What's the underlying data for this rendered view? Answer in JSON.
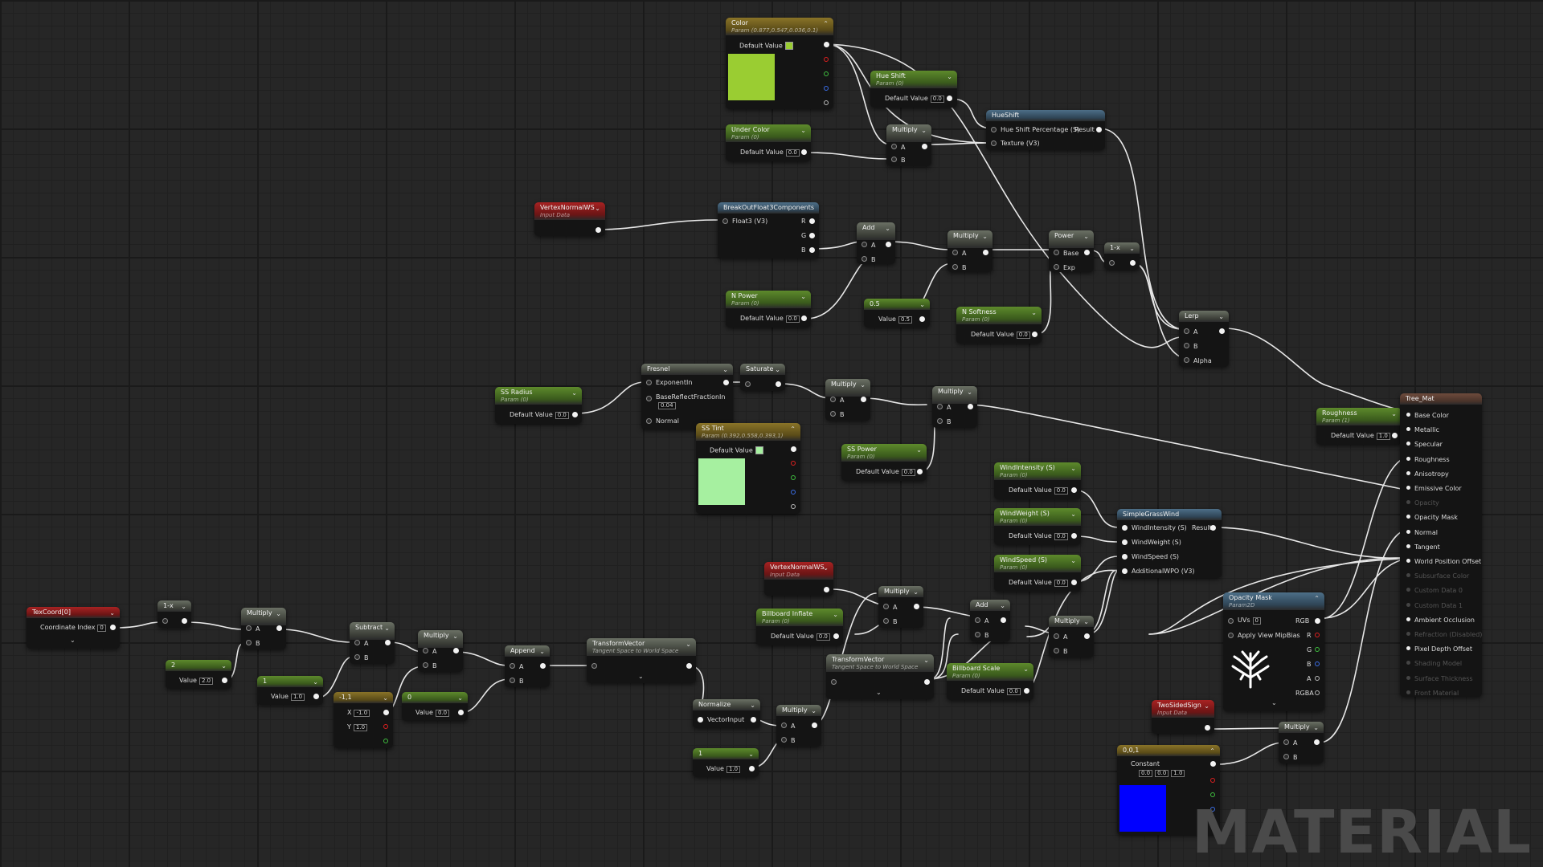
{
  "watermark": "MATERIAL",
  "colors": {
    "color_param": "#9acd32",
    "sss_tint": "#a6f0a0",
    "constant3": "#0000ff"
  },
  "nodes": {
    "color": {
      "title": "Color",
      "sub": "Param (0.877,0.547,0.036,0.1)",
      "label": "Default Value"
    },
    "hue_shift_param": {
      "title": "Hue Shift",
      "sub": "Param (0)",
      "label": "Default Value",
      "value": "0.0"
    },
    "under_color": {
      "title": "Under Color",
      "sub": "Param (0)",
      "label": "Default Value",
      "value": "0.0"
    },
    "multiply_top": {
      "title": "Multiply",
      "a": "A",
      "b": "B"
    },
    "hueshift": {
      "title": "HueShift",
      "in1": "Hue Shift Percentage (S)",
      "in2": "Texture (V3)",
      "out": "Result"
    },
    "vertex_normal_1": {
      "title": "VertexNormalWS",
      "sub": "Input Data"
    },
    "break_out": {
      "title": "BreakOutFloat3Components",
      "in": "Float3 (V3)",
      "r": "R",
      "g": "G",
      "b": "B"
    },
    "add_1": {
      "title": "Add",
      "a": "A",
      "b": "B"
    },
    "multiply_2": {
      "title": "Multiply",
      "a": "A",
      "b": "B"
    },
    "power": {
      "title": "Power",
      "base": "Base",
      "exp": "Exp"
    },
    "one_minus_1": {
      "title": "1-x"
    },
    "n_power": {
      "title": "N Power",
      "sub": "Param (0)",
      "label": "Default Value",
      "value": "0.0"
    },
    "const_05": {
      "title": "0.5",
      "label": "Value",
      "value": "0.5"
    },
    "n_softness": {
      "title": "N Softness",
      "sub": "Param (0)",
      "label": "Default Value",
      "value": "0.0"
    },
    "lerp": {
      "title": "Lerp",
      "a": "A",
      "b": "B",
      "alpha": "Alpha"
    },
    "fresnel": {
      "title": "Fresnel",
      "exp": "ExponentIn",
      "base": "BaseReflectFractionIn",
      "base_val": "0.04",
      "normal": "Normal"
    },
    "saturate": {
      "title": "Saturate"
    },
    "ss_radius": {
      "title": "SS Radius",
      "sub": "Param (0)",
      "label": "Default Value",
      "value": "0.0"
    },
    "multiply_3": {
      "title": "Multiply",
      "a": "A",
      "b": "B"
    },
    "multiply_4": {
      "title": "Multiply",
      "a": "A",
      "b": "B"
    },
    "ss_tint": {
      "title": "SS Tint",
      "sub": "Param (0.392,0.558,0.393,1)",
      "label": "Default Value"
    },
    "ss_power": {
      "title": "SS Power",
      "sub": "Param (0)",
      "label": "Default Value",
      "value": "0.0"
    },
    "roughness": {
      "title": "Roughness",
      "sub": "Param (1)",
      "label": "Default Value",
      "value": "1.0"
    },
    "wind_intensity": {
      "title": "WindIntensity (S)",
      "sub": "Param (0)",
      "label": "Default Value",
      "value": "0.0"
    },
    "wind_weight": {
      "title": "WindWeight (S)",
      "sub": "Param (0)",
      "label": "Default Value",
      "value": "0.0"
    },
    "wind_speed": {
      "title": "WindSpeed (S)",
      "sub": "Param (0)",
      "label": "Default Value",
      "value": "0.0"
    },
    "simple_grass_wind": {
      "title": "SimpleGrassWind",
      "in1": "WindIntensity (S)",
      "in2": "WindWeight (S)",
      "in3": "WindSpeed (S)",
      "in4": "AdditionalWPO (V3)",
      "out": "Result"
    },
    "texcoord": {
      "title": "TexCoord[0]",
      "label": "Coordinate Index",
      "value": "0"
    },
    "one_minus_2": {
      "title": "1-x"
    },
    "multiply_5": {
      "title": "Multiply",
      "a": "A",
      "b": "B"
    },
    "const_2": {
      "title": "2",
      "label": "Value",
      "value": "2.0"
    },
    "const_1a": {
      "title": "1",
      "label": "Value",
      "value": "1.0"
    },
    "subtract": {
      "title": "Subtract",
      "a": "A",
      "b": "B"
    },
    "multiply_6": {
      "title": "Multiply",
      "a": "A",
      "b": "B"
    },
    "const_vec2": {
      "title": "-1,1",
      "x_label": "X",
      "x_value": "-1.0",
      "y_label": "Y",
      "y_value": "1.0"
    },
    "const_0": {
      "title": "0",
      "label": "Value",
      "value": "0.0"
    },
    "append": {
      "title": "Append",
      "a": "A",
      "b": "B"
    },
    "transform_1": {
      "title": "TransformVector",
      "sub": "Tangent Space to World Space"
    },
    "normalize": {
      "title": "Normalize",
      "in": "VectorInput"
    },
    "multiply_7": {
      "title": "Multiply",
      "a": "A",
      "b": "B"
    },
    "const_1b": {
      "title": "1",
      "label": "Value",
      "value": "1.0"
    },
    "vertex_normal_2": {
      "title": "VertexNormalWS",
      "sub": "Input Data"
    },
    "billboard_inflate": {
      "title": "Billboard Inflate",
      "sub": "Param (0)",
      "label": "Default Value",
      "value": "0.0"
    },
    "multiply_8": {
      "title": "Multiply",
      "a": "A",
      "b": "B"
    },
    "transform_2": {
      "title": "TransformVector",
      "sub": "Tangent Space to World Space"
    },
    "add_2": {
      "title": "Add",
      "a": "A",
      "b": "B"
    },
    "billboard_scale": {
      "title": "Billboard Scale",
      "sub": "Param (0)",
      "label": "Default Value",
      "value": "0.0"
    },
    "multiply_9": {
      "title": "Multiply",
      "a": "A",
      "b": "B"
    },
    "opacity_mask": {
      "title": "Opacity Mask",
      "sub": "Param2D",
      "uvs": "UVs",
      "uvs_val": "0",
      "apply": "Apply View MipBias",
      "rgb": "RGB",
      "r": "R",
      "g": "G",
      "b": "B",
      "a": "A",
      "rgba": "RGBA"
    },
    "two_sided_sign": {
      "title": "TwoSidedSign",
      "sub": "Input Data"
    },
    "multiply_10": {
      "title": "Multiply",
      "a": "A",
      "b": "B"
    },
    "constant3": {
      "title": "0,0,1",
      "label": "Constant",
      "r": "0.0",
      "g": "0.0",
      "b": "1.0"
    },
    "tree_mat": {
      "title": "Tree_Mat",
      "inputs": [
        "Base Color",
        "Metallic",
        "Specular",
        "Roughness",
        "Anisotropy",
        "Emissive Color",
        "Opacity",
        "Opacity Mask",
        "Normal",
        "Tangent",
        "World Position Offset",
        "Subsurface Color",
        "Custom Data 0",
        "Custom Data 1",
        "Ambient Occlusion",
        "Refraction (Disabled)",
        "Pixel Depth Offset",
        "Shading Model",
        "Surface Thickness",
        "Front Material"
      ],
      "enabled": [
        true,
        true,
        true,
        true,
        true,
        true,
        false,
        true,
        true,
        true,
        true,
        false,
        false,
        false,
        true,
        false,
        true,
        false,
        false,
        false
      ]
    }
  }
}
